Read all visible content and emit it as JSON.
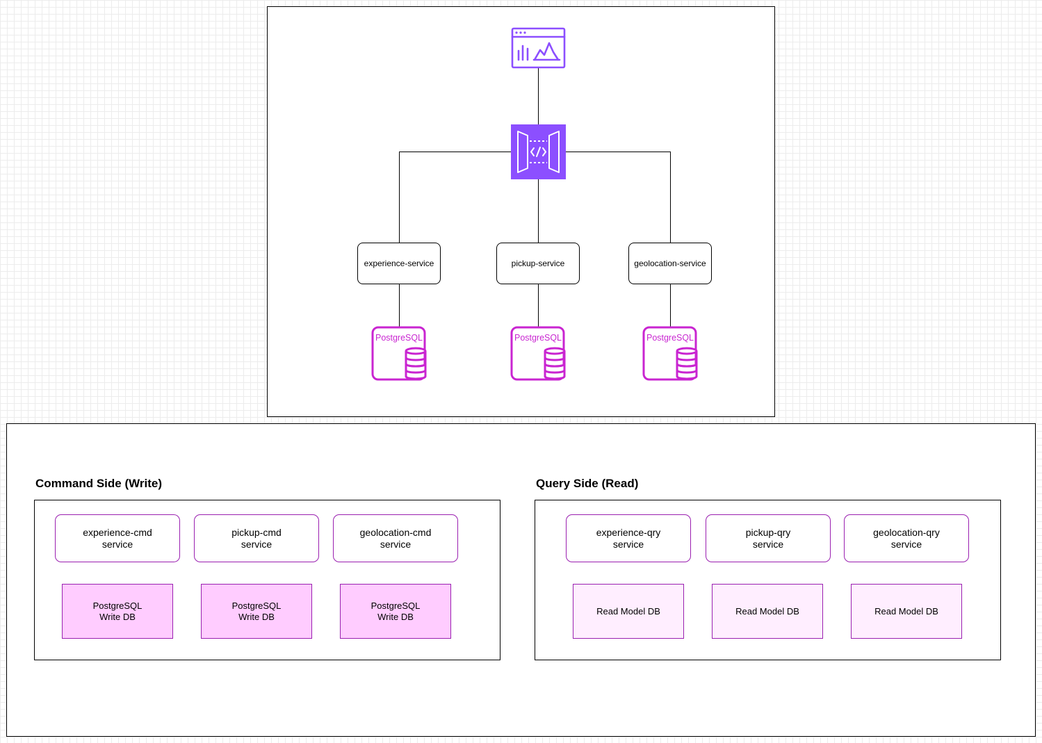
{
  "architecture": {
    "dashboard_icon": "dashboard-analytics-icon",
    "gateway_icon": "api-gateway-icon",
    "services": [
      {
        "label": "experience-service"
      },
      {
        "label": "pickup-service"
      },
      {
        "label": "geolocation-service"
      }
    ],
    "databases": [
      {
        "label": "PostgreSQL"
      },
      {
        "label": "PostgreSQL"
      },
      {
        "label": "PostgreSQL"
      }
    ]
  },
  "cqrs": {
    "command": {
      "title": "Command Side (Write)",
      "services": [
        {
          "line1": "experience-cmd",
          "line2": "service"
        },
        {
          "line1": "pickup-cmd",
          "line2": "service"
        },
        {
          "line1": "geolocation-cmd",
          "line2": "service"
        }
      ],
      "databases": [
        {
          "line1": "PostgreSQL",
          "line2": "Write DB"
        },
        {
          "line1": "PostgreSQL",
          "line2": "Write DB"
        },
        {
          "line1": "PostgreSQL",
          "line2": "Write DB"
        }
      ]
    },
    "query": {
      "title": "Query Side (Read)",
      "services": [
        {
          "line1": "experience-qry",
          "line2": "service"
        },
        {
          "line1": "pickup-qry",
          "line2": "service"
        },
        {
          "line1": "geolocation-qry",
          "line2": "service"
        }
      ],
      "databases": [
        {
          "label": "Read Model DB"
        },
        {
          "label": "Read Model DB"
        },
        {
          "label": "Read Model DB"
        }
      ]
    }
  },
  "colors": {
    "aws_purple": "#8c4fff",
    "postgres_magenta": "#c925d1",
    "cqrs_border": "#9a1fb0",
    "write_db_fill": "#ffccff",
    "read_db_fill": "#ffeeff"
  }
}
